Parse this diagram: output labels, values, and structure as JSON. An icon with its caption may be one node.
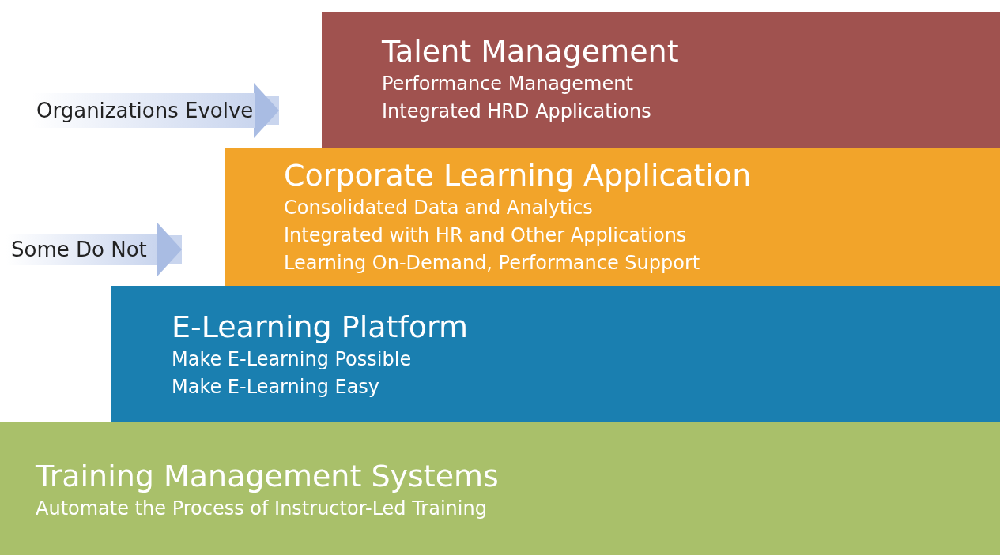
{
  "diagram": {
    "nodes": [
      {
        "text": [
          "Talent Management",
          "Performance Management",
          "Integrated HRD Applications"
        ]
      },
      {
        "text": [
          "Corporate Learning Application",
          "Consolidated Data and Analytics",
          "Integrated with HR and Other Applications",
          "Learning On-Demand, Performance Support"
        ]
      },
      {
        "text": [
          "E-Learning Platform",
          "Make E-Learning Possible",
          "Make E-Learning Easy"
        ]
      },
      {
        "text": [
          "Training Management Systems",
          "Automate the Process of Instructor-Led Training"
        ]
      },
      {
        "text": [
          "Organizations Evolve"
        ]
      },
      {
        "text": [
          "Some Do Not"
        ]
      }
    ],
    "edges": [
      {
        "from": 4,
        "to": 0,
        "arrow": "to"
      },
      {
        "from": 5,
        "to": 1,
        "arrow": "to"
      }
    ]
  }
}
